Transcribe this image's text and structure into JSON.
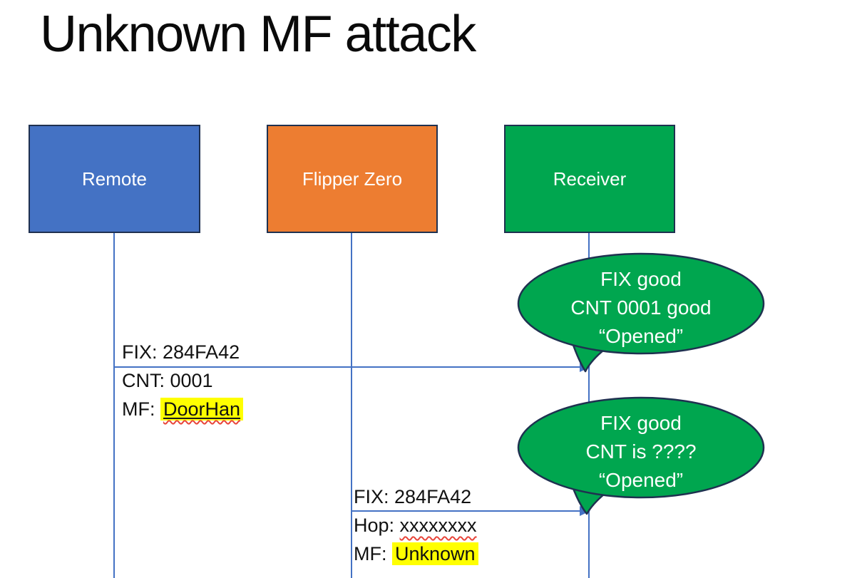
{
  "title": "Unknown MF attack",
  "colors": {
    "remote": "#4472C4",
    "flipper": "#ED7D31",
    "receiver": "#00A64F",
    "outline": "#1F3150",
    "line": "#4472C4",
    "highlight": "#FFFF00"
  },
  "actors": [
    {
      "label": "Remote"
    },
    {
      "label": "Flipper Zero"
    },
    {
      "label": "Receiver"
    }
  ],
  "messages": [
    {
      "from": "Remote",
      "to": "Receiver",
      "lines": [
        {
          "prefix": "FIX: ",
          "value": "284FA42"
        },
        {
          "prefix": "CNT: ",
          "value": "0001"
        },
        {
          "prefix": "MF: ",
          "value": "DoorHan"
        }
      ]
    },
    {
      "from": "Flipper Zero",
      "to": "Receiver",
      "lines": [
        {
          "prefix": "FIX: ",
          "value": "284FA42"
        },
        {
          "prefix": "Hop: ",
          "value": "xxxxxxxx"
        },
        {
          "prefix": "MF: ",
          "value": "Unknown"
        }
      ]
    }
  ],
  "bubbles": [
    {
      "lines": [
        "FIX good",
        "CNT 0001 good",
        "“Opened”"
      ]
    },
    {
      "lines": [
        "FIX good",
        "CNT is ????",
        "“Opened”"
      ]
    }
  ]
}
